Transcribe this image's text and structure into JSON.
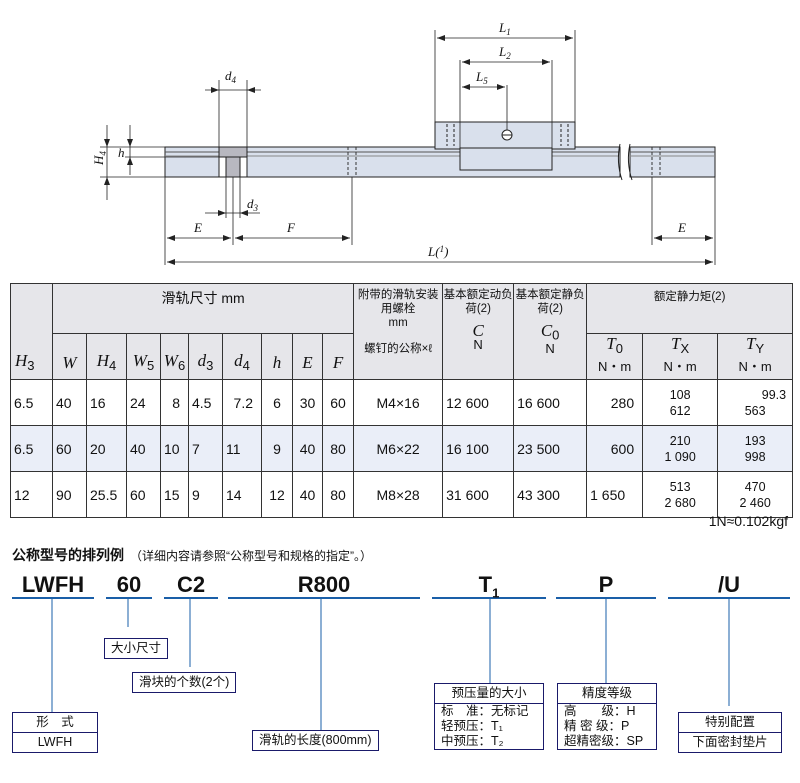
{
  "drawing": {
    "labels": {
      "L1": "L",
      "L1_sub": "1",
      "L2": "L",
      "L2_sub": "2",
      "L5": "L",
      "L5_sub": "5",
      "d4": "d",
      "d4_sub": "4",
      "d3": "d",
      "d3_sub": "3",
      "H4": "H",
      "H4_sub": "4",
      "h": "h",
      "E_left": "E",
      "F": "F",
      "E_right": "E",
      "L_total": "L(",
      "L_total_note": "1",
      "L_total_close": ")"
    }
  },
  "table": {
    "header": {
      "rail_dims": "滑轨尺寸 mm",
      "bolt_title": "附带的滑轨安装用螺栓",
      "bolt_unit": "mm",
      "bolt_sub": "螺钉的公称×ℓ",
      "dyn_title": "基本额定动负荷",
      "dyn_note": "(2)",
      "dyn_sym": "C",
      "dyn_unit": "N",
      "stat_title": "基本额定静负荷",
      "stat_note": "(2)",
      "stat_sym": "C",
      "stat_sub": "0",
      "stat_unit": "N",
      "moment_title": "额定静力矩",
      "moment_note": "(2)",
      "t0": "T",
      "t0_sub": "0",
      "tx": "T",
      "tx_sub": "X",
      "ty": "T",
      "ty_sub": "Y",
      "nm": "N・m",
      "h3": "H",
      "h3_sub": "3",
      "w": "W",
      "h4": "H",
      "h4_sub": "4",
      "w5": "W",
      "w5_sub": "5",
      "w6": "W",
      "w6_sub": "6",
      "d3": "d",
      "d3_sub": "3",
      "d4": "d",
      "d4_sub": "4",
      "h": "h",
      "e": "E",
      "f": "F"
    },
    "rows": [
      {
        "H3": "6.5",
        "W": "40",
        "H4": "16",
        "W5": "24",
        "W6": "8",
        "d3": "4.5",
        "d4": "7.2",
        "h": "6",
        "E": "30",
        "F": "60",
        "bolt": "M4×16",
        "C": "12 600",
        "C0": "16 600",
        "T0": "280",
        "TX": [
          "108",
          "612"
        ],
        "TY": [
          "99.3",
          "563"
        ]
      },
      {
        "H3": "6.5",
        "W": "60",
        "H4": "20",
        "W5": "40",
        "W6": "10",
        "d3": "7",
        "d4": "11",
        "h": "9",
        "E": "40",
        "F": "80",
        "bolt": "M6×22",
        "C": "16 100",
        "C0": "23 500",
        "T0": "600",
        "TX": [
          "210",
          "1 090"
        ],
        "TY": [
          "193",
          "998"
        ]
      },
      {
        "H3": "12",
        "W": "90",
        "H4": "25.5",
        "W5": "60",
        "W6": "15",
        "d3": "9",
        "d4": "14",
        "h": "12",
        "E": "40",
        "F": "80",
        "bolt": "M8×28",
        "C": "31 600",
        "C0": "43 300",
        "T0": "1 650",
        "TX": [
          "513",
          "2 680"
        ],
        "TY": [
          "470",
          "2 460"
        ]
      }
    ]
  },
  "unit_note": "1N≈0.102kgf",
  "model_code": {
    "title": "公称型号的排列例",
    "subtitle": "（详细内容请参照“公称型号和规格的指定”。）",
    "parts": {
      "lwfh": "LWFH",
      "size": "60",
      "c2": "C2",
      "r800": "R800",
      "t1": "T",
      "t1_sub": "1",
      "p": "P",
      "u": "/U"
    },
    "boxes": {
      "size": "大小尺寸",
      "blocks": "滑块的个数(2个)",
      "form_label": "形　式",
      "form_value": "LWFH",
      "rail_len": "滑轨的长度(800mm)",
      "preload_title": "预压量的大小",
      "preload_rows": [
        "标　准：无标记",
        "轻预压：T₁",
        "中预压：T₂"
      ],
      "acc_title": "精度等级",
      "acc_rows": [
        "高　　级：H",
        "精 密 级：P",
        "超精密级：SP"
      ],
      "special_title": "特别配置",
      "special_value": "下面密封垫片"
    }
  },
  "colors": {
    "header_bg": "#e6e6ea",
    "alt_row_bg": "#eaeef8",
    "rail_fill": "#d9e0ec",
    "box_line": "#1a1a6a"
  }
}
